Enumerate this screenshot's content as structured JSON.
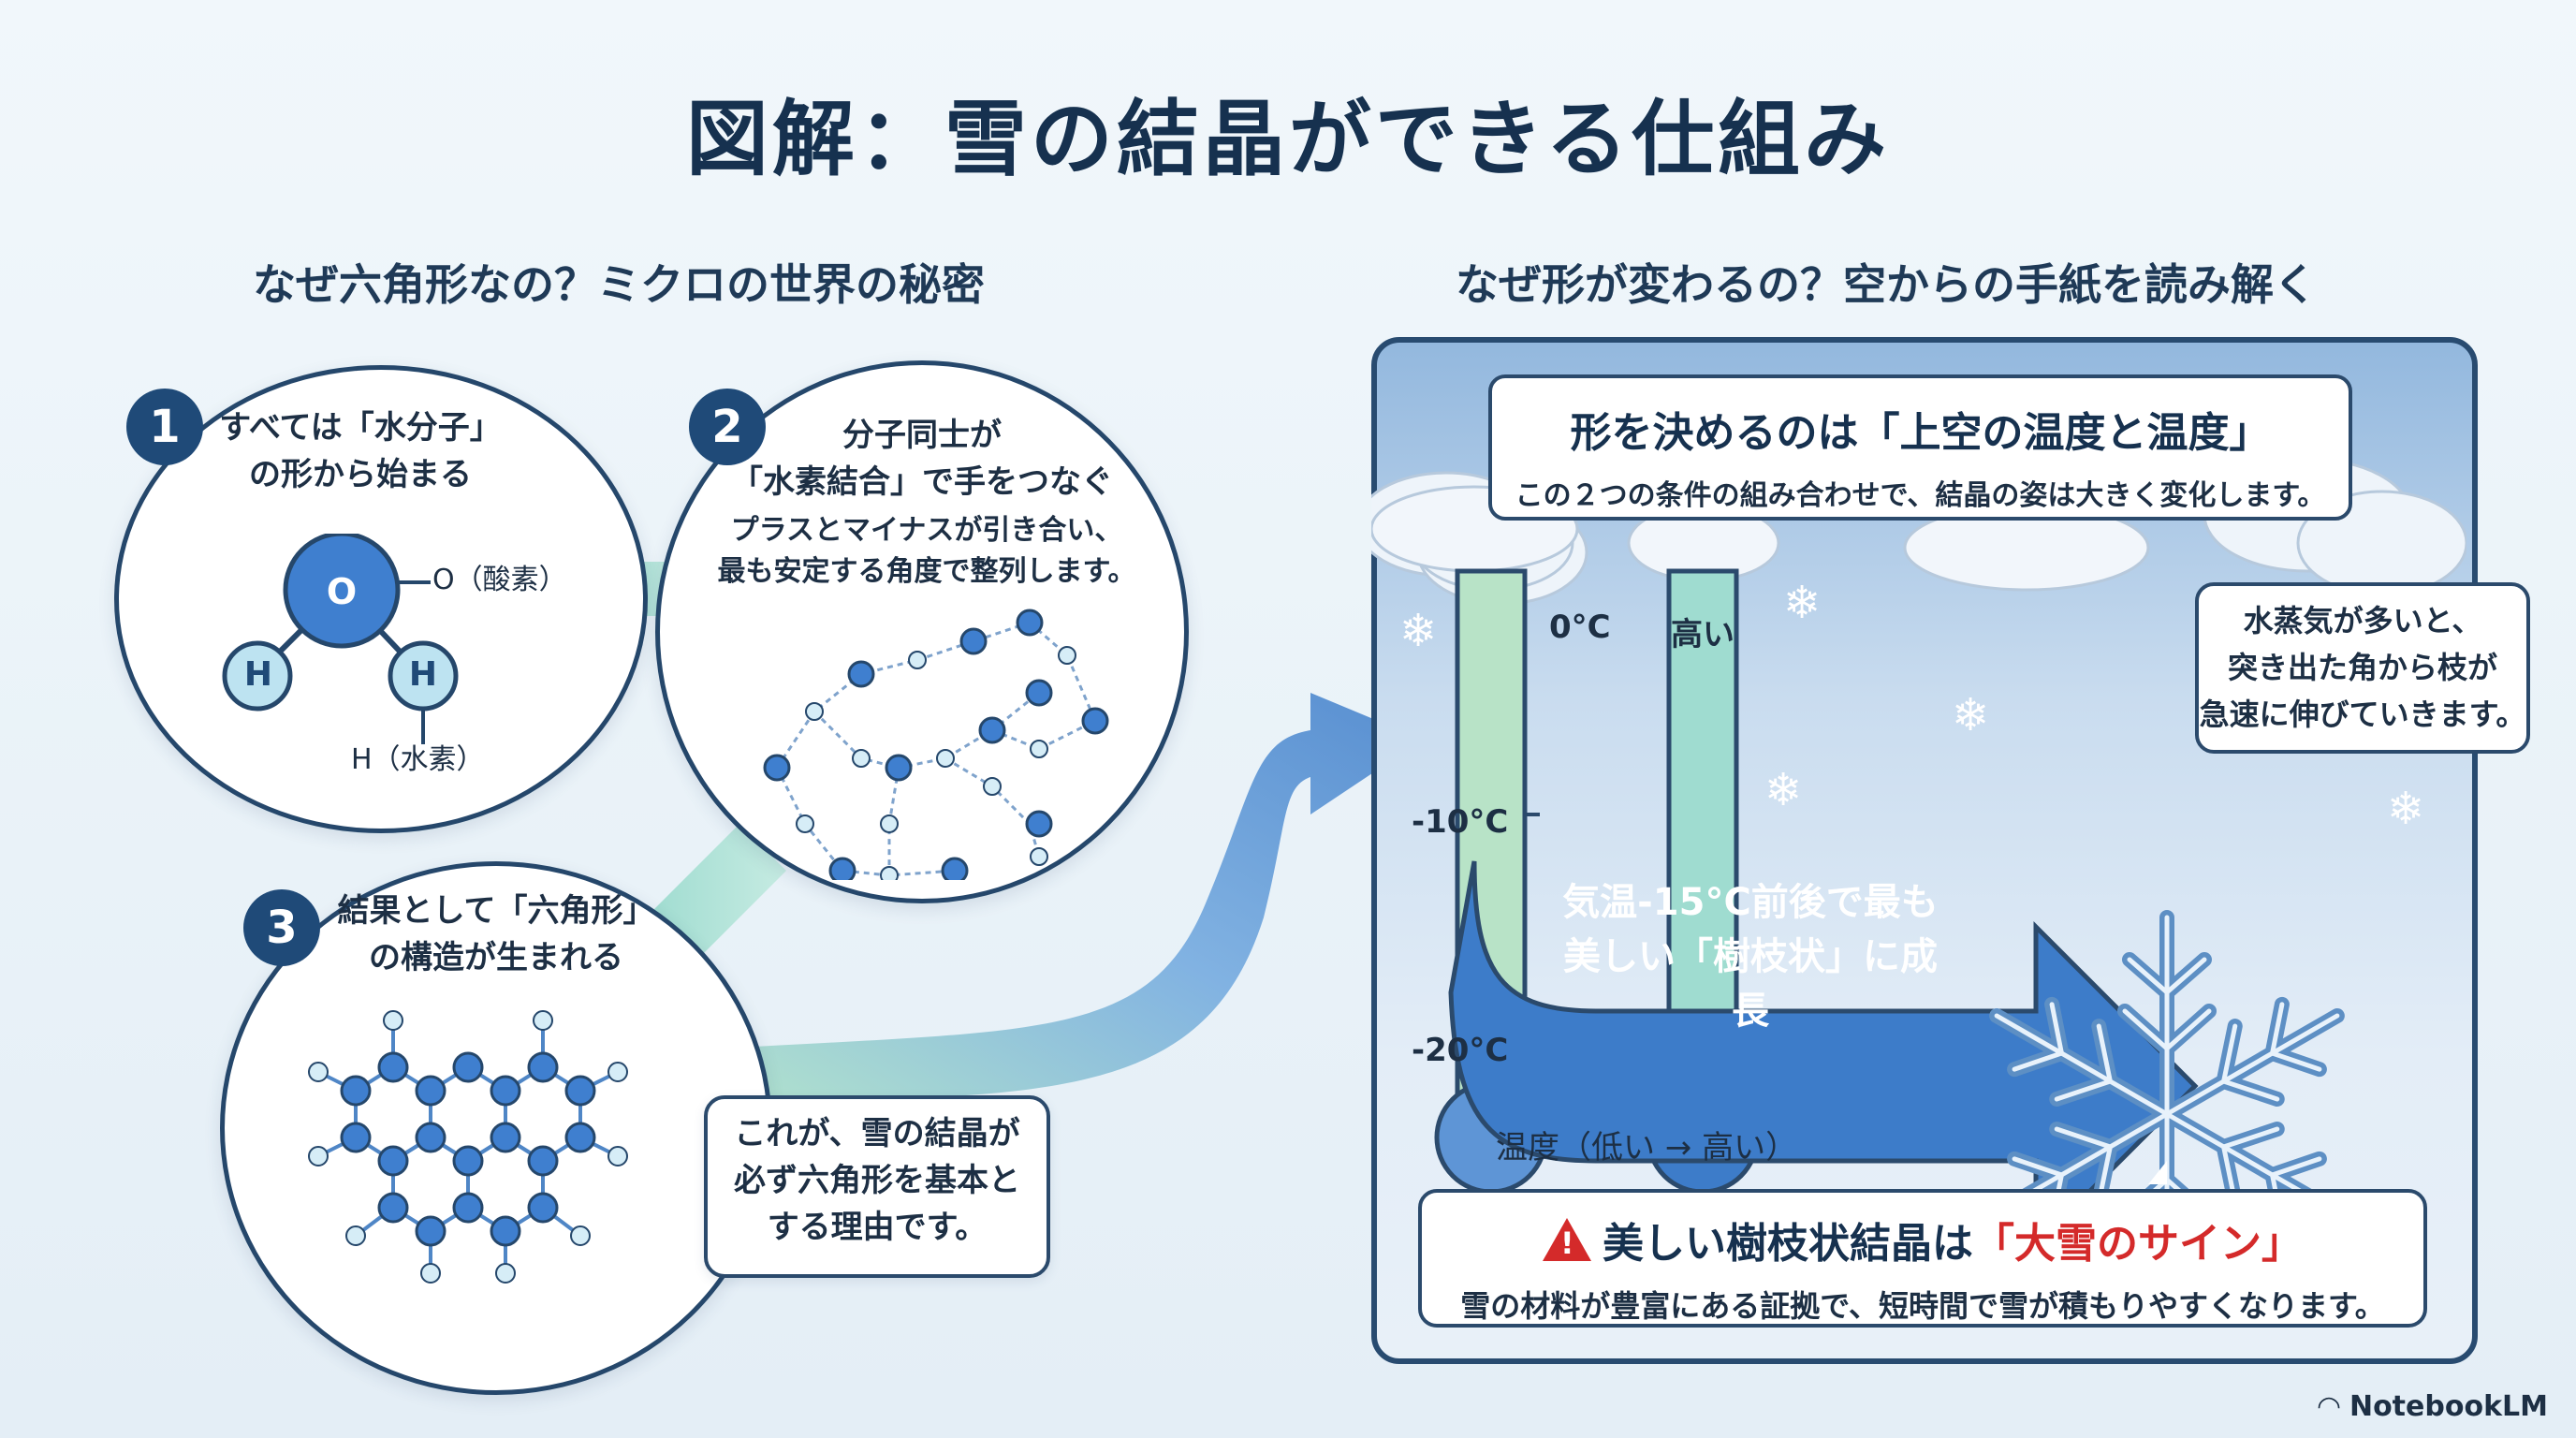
{
  "title": "図解：雪の結晶ができる仕組み",
  "left_section": {
    "heading": "なぜ六角形なの？ミクロの世界の秘密",
    "step1": {
      "number": "1",
      "line1": "すべては「水分子」",
      "line2": "の形から始まる",
      "oxygen_symbol": "O",
      "hydrogen_symbol": "H",
      "oxygen_label": "O（酸素）",
      "hydrogen_label": "H（水素）"
    },
    "step2": {
      "number": "2",
      "line1": "分子同士が",
      "line2": "「水素結合」で手をつなぐ",
      "line3": "プラスとマイナスが引き合い、",
      "line4": "最も安定する角度で整列します。"
    },
    "step3": {
      "number": "3",
      "line1": "結果として「六角形」",
      "line2": "の構造が生まれる"
    },
    "callout": {
      "line1": "これが、雪の結晶が",
      "line2": "必ず六角形を基本と",
      "line3": "する理由です。"
    }
  },
  "right_section": {
    "heading": "なぜ形が変わるの？空からの手紙を読み解く",
    "panel_title": "形を決めるのは「上空の温度と温度」",
    "panel_subtitle": "この２つの条件の組み合わせで、結晶の姿は大きく変化します。",
    "temp_0": "0°C",
    "temp_10": "-10°C",
    "temp_20": "-20°C",
    "high_label": "高い",
    "axis_label": "温度（低い → 高い）",
    "arrow_line1": "気温-15°C前後で最も",
    "arrow_line2": "美しい「樹枝状」に成長",
    "vapor_line1": "水蒸気が多いと、",
    "vapor_line2": "突き出た角から枝が",
    "vapor_line3": "急速に伸びていきます。",
    "bottom_title_main": "美しい樹枝状結晶は",
    "bottom_title_red": "「大雪のサイン」",
    "bottom_desc": "雪の材料が豊富にある証拠で、短時間で雪が積もりやすくなります。",
    "warning_symbol": "!"
  },
  "brand": "NotebookLM",
  "colors": {
    "navy": "#1f4a78",
    "accent_blue": "#3d7cc9",
    "green": "#9fdcae",
    "red": "#d42a2a"
  }
}
